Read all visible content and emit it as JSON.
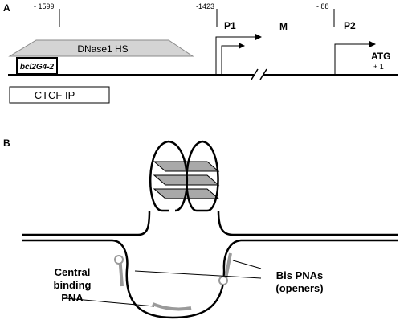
{
  "panel_a": {
    "label": "A",
    "positions": {
      "p1599": "- 1599",
      "p1423": "-1423",
      "p88": "- 88"
    },
    "promoters": {
      "p1": "P1",
      "m": "M",
      "p2": "P2"
    },
    "atg": "ATG",
    "plus_one": "+ 1",
    "dnase_label": "DNase1 HS",
    "probe_label": "bcl2G4-2",
    "ctcf_label": "CTCF IP",
    "colors": {
      "dnase_fill": "#d4d4d4",
      "outline": "#000000"
    }
  },
  "panel_b": {
    "label": "B",
    "central_label_lines": [
      "Central",
      "binding",
      "PNA"
    ],
    "bis_label_lines": [
      "Bis PNAs",
      "(openers)"
    ],
    "colors": {
      "quartet_plane": "#a9a9a9",
      "pna_strand": "#9a9a9a"
    }
  }
}
